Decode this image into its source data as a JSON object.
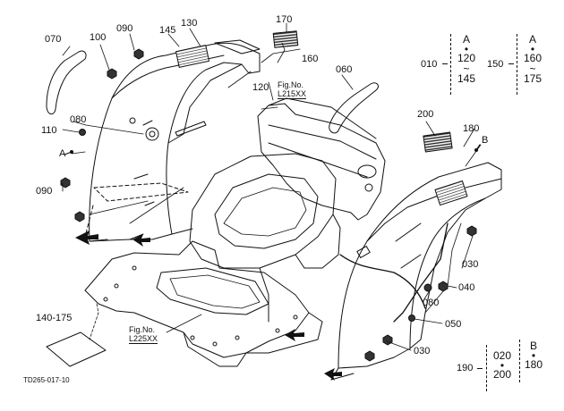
{
  "callouts": {
    "c070": "070",
    "c100": "100",
    "c090a": "090",
    "c145": "145",
    "c130": "130",
    "c170": "170",
    "c160": "160",
    "c120": "120",
    "c060": "060",
    "c110": "110",
    "c080a": "080",
    "cA": "A",
    "c090b": "090",
    "c200": "200",
    "c180": "180",
    "cB": "B",
    "c030a": "030",
    "c040": "040",
    "c080b": "080",
    "c050": "050",
    "c030b": "030",
    "c140_175": "140-175"
  },
  "fig_refs": [
    {
      "line1": "Fig.No.",
      "line2": "L215XX"
    },
    {
      "line1": "Fig.No.",
      "line2": "L225XX"
    }
  ],
  "groups": {
    "g010": {
      "id": "010",
      "top": "A",
      "sep1": "•",
      "mid": "120",
      "sep2": "~",
      "bot": "145"
    },
    "g150": {
      "id": "150",
      "top": "A",
      "sep1": "•",
      "mid": "160",
      "sep2": "~",
      "bot": "175"
    },
    "g190": {
      "id": "190",
      "c1a": "020",
      "c1sep": "•",
      "c1b": "200",
      "c2a": "B",
      "c2sep": "•",
      "c2b": "180"
    }
  },
  "diagram_code": "TD265-017-10",
  "colors": {
    "ink": "#111111",
    "background": "#ffffff"
  }
}
